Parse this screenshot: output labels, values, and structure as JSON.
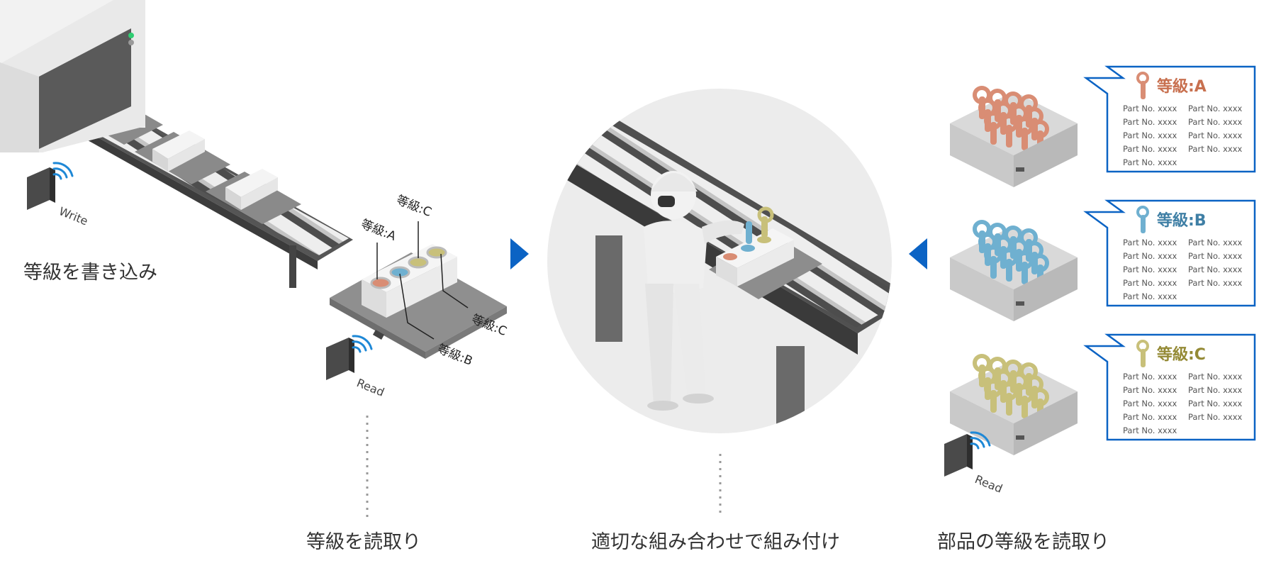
{
  "step1": {
    "caption": "等級を書き込み",
    "writer_label": "Write"
  },
  "step2": {
    "caption": "等級を読取り",
    "reader_label": "Read",
    "callouts": [
      "等級:A",
      "等級:C",
      "等級:C",
      "等級:B"
    ]
  },
  "step3": {
    "caption": "適切な組み合わせで組み付け"
  },
  "step4": {
    "caption": "部品の等級を読取り",
    "reader_label": "Read",
    "grades": [
      {
        "title": "等級:A",
        "color": "#c8704f",
        "parts": [
          "Part No.  xxxx",
          "Part No.  xxxx",
          "Part No.  xxxx",
          "Part No.  xxxx",
          "Part No.  xxxx",
          "Part No.  xxxx",
          "Part No.  xxxx",
          "Part No.  xxxx",
          "Part No.  xxxx"
        ]
      },
      {
        "title": "等級:B",
        "color": "#3f7fa5",
        "parts": [
          "Part No.  xxxx",
          "Part No.  xxxx",
          "Part No.  xxxx",
          "Part No.  xxxx",
          "Part No.  xxxx",
          "Part No.  xxxx",
          "Part No.  xxxx",
          "Part No.  xxxx",
          "Part No.  xxxx"
        ]
      },
      {
        "title": "等級:C",
        "color": "#948a35",
        "parts": [
          "Part No.  xxxx",
          "Part No.  xxxx",
          "Part No.  xxxx",
          "Part No.  xxxx",
          "Part No.  xxxx",
          "Part No.  xxxx",
          "Part No.  xxxx",
          "Part No.  xxxx",
          "Part No.  xxxx"
        ]
      }
    ]
  },
  "colors": {
    "accent_blue": "#0b63c4",
    "grade_a": "#d98d74",
    "grade_b": "#6fb0d0",
    "grade_c": "#c8c07a",
    "signal_blue": "#1e88d6"
  }
}
